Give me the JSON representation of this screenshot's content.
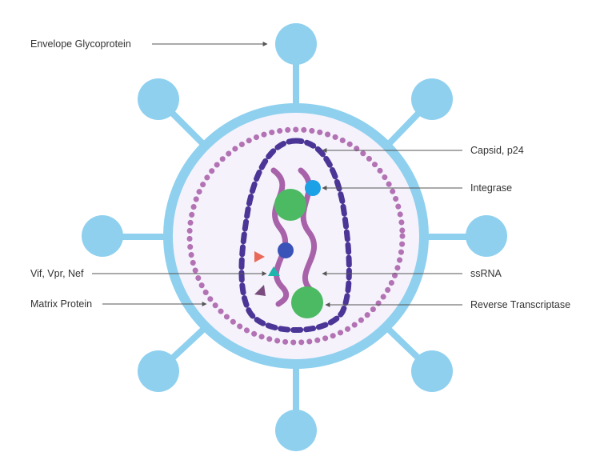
{
  "labels": {
    "envelope_glycoprotein": "Envelope Glycoprotein",
    "capsid": "Capsid, p24",
    "integrase": "Integrase",
    "vif_vpr_nef": "Vif, Vpr, Nef",
    "ssrna": "ssRNA",
    "matrix_protein": "Matrix Protein",
    "reverse_transcriptase": "Reverse Transcriptase"
  },
  "colors": {
    "envelope": "#8fd0ef",
    "envelope_fill": "#f5f2fb",
    "matrix": "#b272b4",
    "capsid": "#4b3596",
    "rna": "#a862aa",
    "reverse_transcriptase": "#4cba62",
    "integrase": "#1ca0e6",
    "protein_dot": "#3a53b8",
    "triangle_red": "#e8685a",
    "triangle_teal": "#1eb5ad",
    "triangle_purple": "#7a4c7e",
    "leader": "#555555"
  }
}
